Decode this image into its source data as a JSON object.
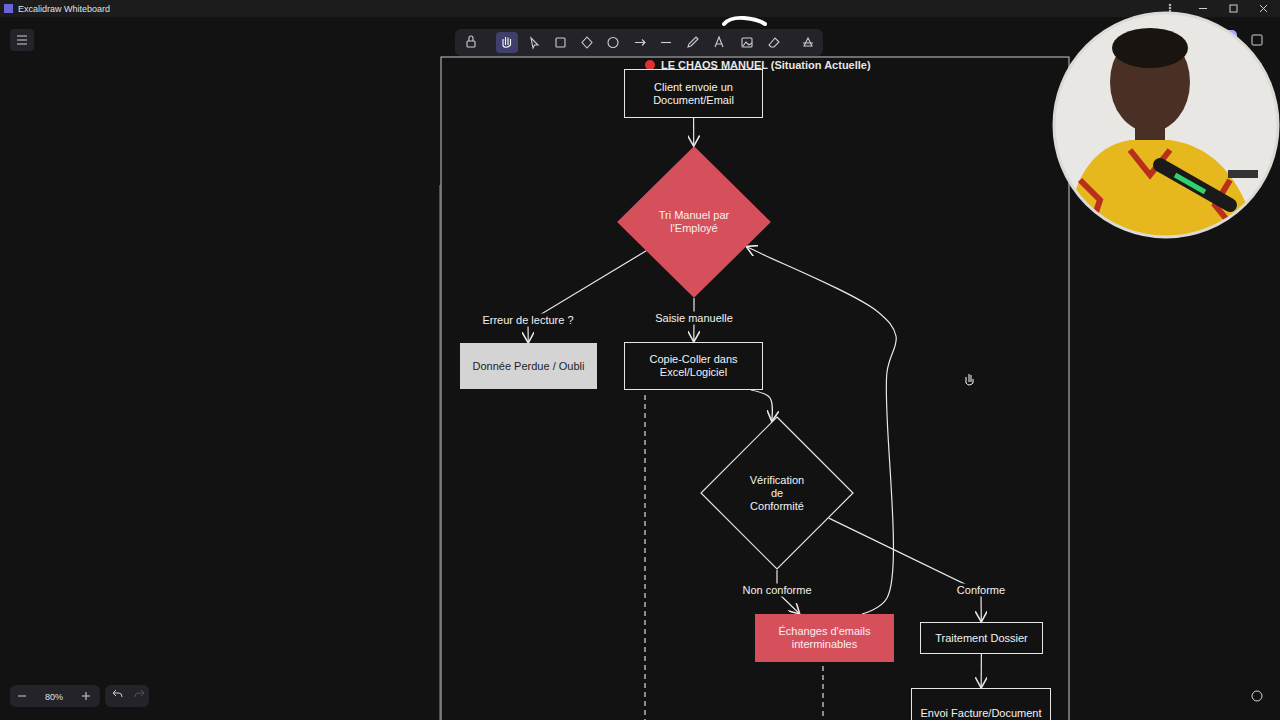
{
  "diagram": {
    "title": "LE CHAOS MANUEL (Situation Actuelle)",
    "nodes": [
      {
        "text": [
          "Client envoie un Document/Email"
        ]
      },
      {
        "text": [
          "Tri Manuel par l'Employé"
        ]
      },
      {
        "text": [
          "Donnée Perdue / Oubli"
        ]
      },
      {
        "text": [
          "Copie-Coller dans Excel/Logiciel"
        ]
      },
      {
        "text": [
          "Vérification de Conformité"
        ]
      },
      {
        "text": [
          "Échanges d'emails interminables"
        ]
      },
      {
        "text": [
          "Traitement Dossier"
        ]
      },
      {
        "text": [
          "Envoi Facture/Document"
        ]
      }
    ],
    "edges": [
      {
        "from": 0,
        "to": 1,
        "arrow": "to"
      },
      {
        "from": 1,
        "to": 2,
        "label": "Erreur de lecture ?",
        "arrow": "to"
      },
      {
        "from": 1,
        "to": 3,
        "label": "Saisie manuelle",
        "arrow": "to"
      },
      {
        "from": 3,
        "to": 4,
        "arrow": "to"
      },
      {
        "from": 4,
        "to": 5,
        "label": "Non conforme",
        "arrow": "to"
      },
      {
        "from": 4,
        "to": 6,
        "label": "Conforme",
        "arrow": "to"
      },
      {
        "from": 5,
        "to": 1,
        "arrow": "to"
      },
      {
        "from": 6,
        "to": 7,
        "arrow": "to"
      }
    ],
    "labels": [
      "Excalidraw Whiteboard",
      "80%"
    ]
  }
}
